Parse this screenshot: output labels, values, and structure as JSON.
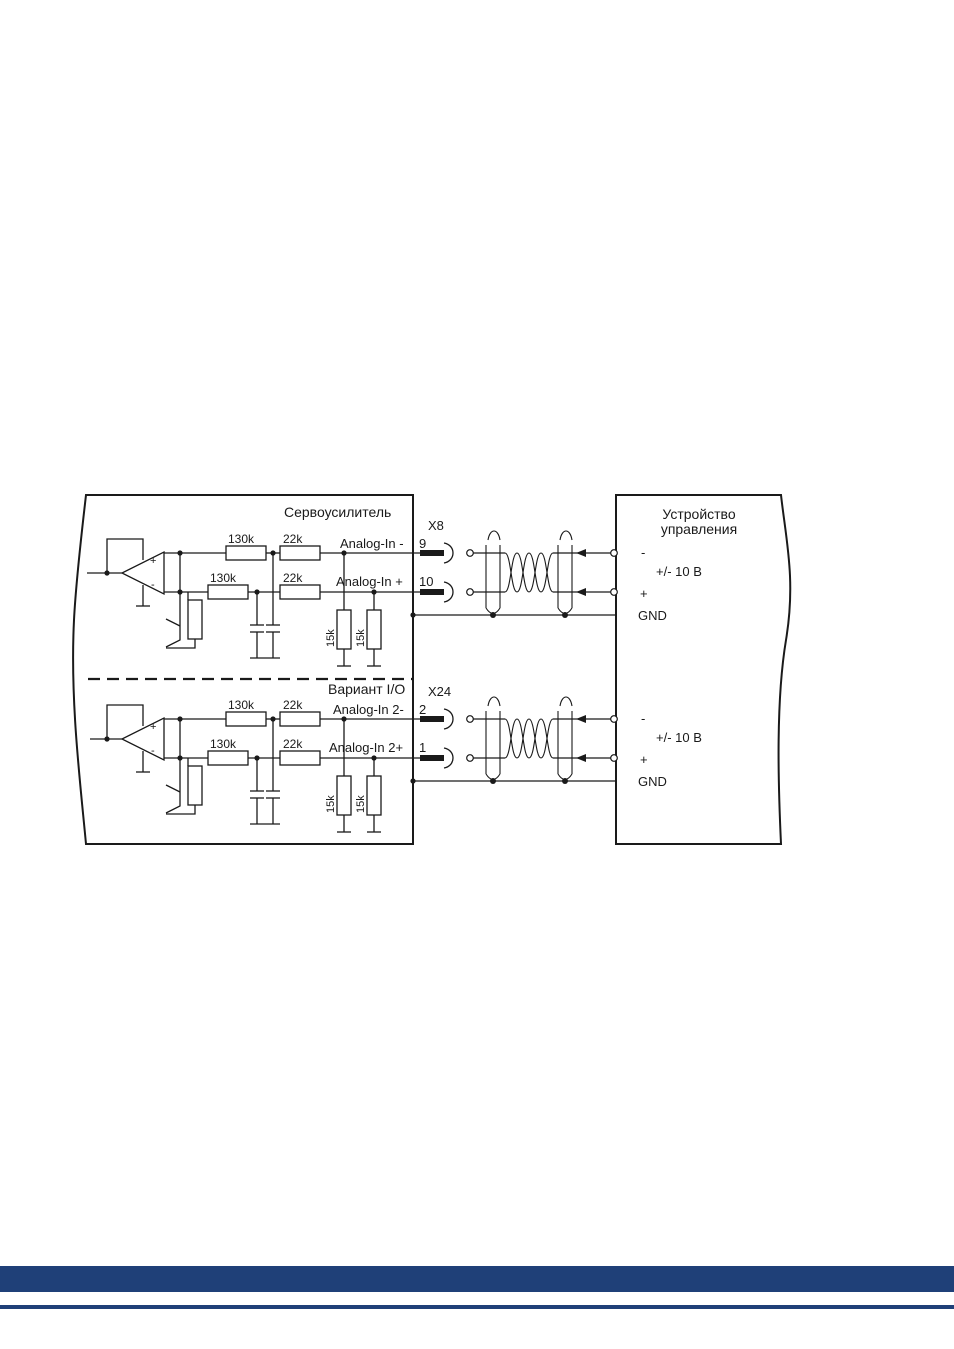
{
  "diagram": {
    "drive_title": "Сервоусилитель",
    "control_title_line1": "Устройство",
    "control_title_line2": "управления",
    "variant_title": "Вариант I/O",
    "upper": {
      "connector": "X8",
      "r1": "130k",
      "r2": "22k",
      "r3": "130k",
      "r4": "22k",
      "r5": "15k",
      "r6": "15k",
      "sig_minus_label": "Analog-In -",
      "sig_plus_label": "Analog-In +",
      "pin_minus": "9",
      "pin_plus": "10",
      "ctrl_minus": "-",
      "ctrl_range": "+/- 10 В",
      "ctrl_plus": "+",
      "ctrl_gnd": "GND",
      "op_plus": "+",
      "op_minus": "-"
    },
    "lower": {
      "connector": "X24",
      "r1": "130k",
      "r2": "22k",
      "r3": "130k",
      "r4": "22k",
      "r5": "15k",
      "r6": "15k",
      "sig_minus_label": "Analog-In 2-",
      "sig_plus_label": "Analog-In 2+",
      "pin_minus": "2",
      "pin_plus": "1",
      "ctrl_minus": "-",
      "ctrl_range": "+/- 10 В",
      "ctrl_plus": "+",
      "ctrl_gnd": "GND",
      "op_plus": "+",
      "op_minus": "-"
    }
  },
  "colors": {
    "footer": "#1f4078",
    "line": "#1a1a1a"
  }
}
